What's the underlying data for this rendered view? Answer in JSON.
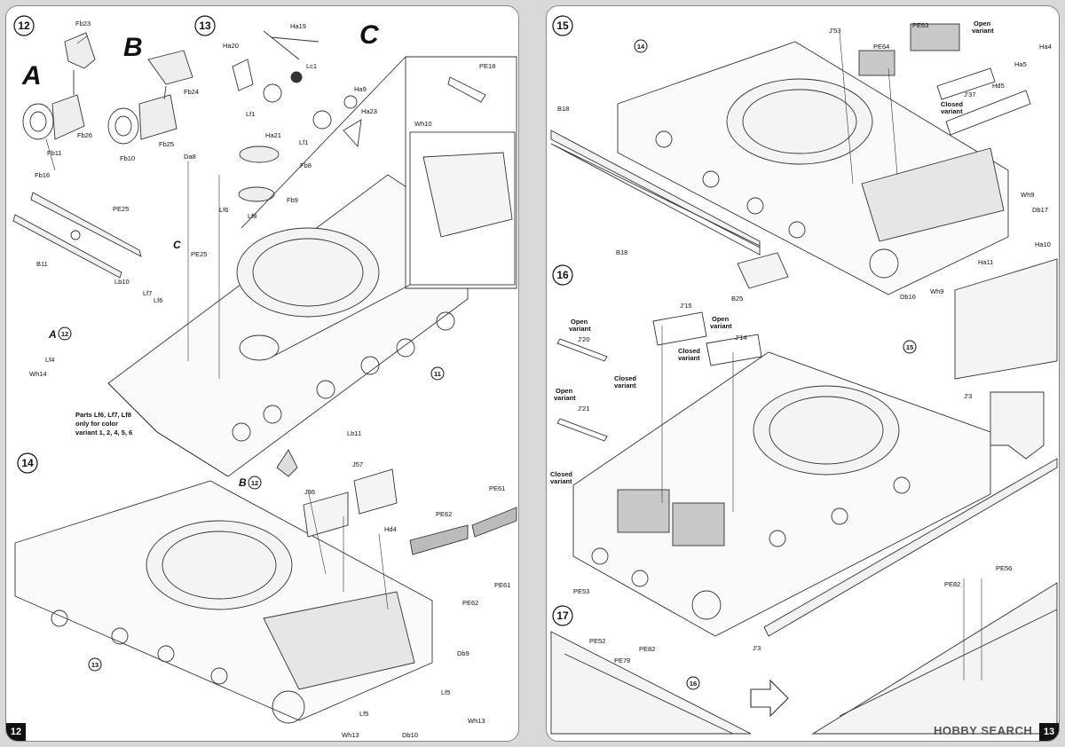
{
  "left_page": {
    "page_number": "12",
    "steps": {
      "s12": "12",
      "s13": "13",
      "s14": "14"
    },
    "variants": {
      "a": "A",
      "b": "B",
      "c": "C"
    },
    "note": [
      "Parts Lf6, Lf7, Lf8",
      "only for color",
      "variant 1, 2, 4, 5, 6"
    ],
    "refs": {
      "r12a": "12",
      "r12b": "12",
      "r11": "11",
      "r13": "13"
    },
    "labels": {
      "fb23": "Fb23",
      "fb26": "Fb26",
      "fb11": "Fb11",
      "fb24": "Fb24",
      "fb25": "Fb25",
      "fb10": "Fb10",
      "fb16": "Fb16",
      "b11": "B11",
      "pe25a": "PE25",
      "pe25b": "PE25",
      "da8": "Da8",
      "ha20": "Ha20",
      "ha19": "Ha19",
      "lc1": "Lc1",
      "lf1a": "Lf1",
      "lf1b": "Lf1",
      "ha21": "Ha21",
      "ha9": "Ha9",
      "ha23": "Ha23",
      "fb8": "Fb8",
      "fb9": "Fb9",
      "lf6a": "Lf6",
      "lf8": "Lf8",
      "lb10": "Lb10",
      "lf7": "Lf7",
      "lf6b": "Lf6",
      "lf4": "Lf4",
      "wh14": "Wh14",
      "pe18": "PE18",
      "wh10": "Wh10",
      "lb11": "Lb11",
      "j57": "J57",
      "j36": "J36",
      "hd4": "Hd4",
      "pe61a": "PE61",
      "pe62a": "PE62",
      "pe61b": "PE61",
      "pe62b": "PE62",
      "db9": "Db9",
      "lf5a": "Lf5",
      "lf5b": "Lf5",
      "wh13a": "Wh13",
      "wh13b": "Wh13",
      "db10": "Db10"
    }
  },
  "right_page": {
    "page_number": "13",
    "steps": {
      "s15": "15",
      "s16": "16",
      "s17": "17"
    },
    "refs": {
      "r14": "14",
      "r15": "15",
      "r16": "16"
    },
    "open_variant": [
      "Open",
      "variant"
    ],
    "closed_variant": [
      "Closed",
      "variant"
    ],
    "labels": {
      "j53": "J'53",
      "pe63": "PE63",
      "pe64": "PE64",
      "ha4": "Ha4",
      "ha5": "Ha5",
      "hd5": "Hd5",
      "j37": "J'37",
      "b18a": "B18",
      "b18b": "B18",
      "b25": "B25",
      "wh9a": "Wh9",
      "db17": "Db17",
      "ha10": "Ha10",
      "ha11": "Ha11",
      "db16": "Db16",
      "wh9b": "Wh9",
      "j15": "J'15",
      "j20": "J'20",
      "j14": "J'14",
      "j21": "J'21",
      "j3a": "J'3",
      "j3b": "J'3",
      "pe53": "PE53",
      "pe82a": "PE82",
      "pe56": "PE56",
      "pe52": "PE52",
      "pe78": "PE78",
      "pe82b": "PE82"
    }
  },
  "watermark": "HOBBY SEARCH"
}
